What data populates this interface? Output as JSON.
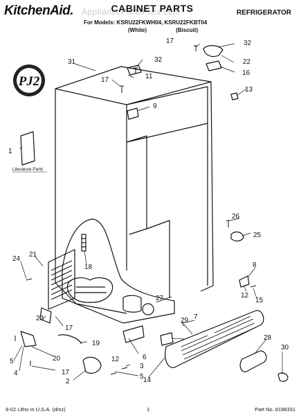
{
  "header": {
    "brand": "KitchenAid.",
    "title": "CABINET PARTS",
    "category": "REFRIGERATOR",
    "models_line": "For Models: KSRU22FKWH04, KSRU22FKBT04",
    "variants": [
      "(White)",
      "(Biscuit)"
    ],
    "watermark": "AppliancePartsPros.com"
  },
  "badge": "PJ2",
  "literature_label": "Literature Parts",
  "callouts": [
    "1",
    "2",
    "3",
    "4",
    "5",
    "5",
    "6",
    "7",
    "8",
    "9",
    "11",
    "12",
    "12",
    "13",
    "14",
    "15",
    "16",
    "17",
    "17",
    "17",
    "17",
    "18",
    "19",
    "20",
    "21",
    "22",
    "23",
    "24",
    "25",
    "26",
    "27",
    "28",
    "29",
    "30",
    "31",
    "32",
    "32"
  ],
  "footer": {
    "left": "9-02 Litho In U.S.A. (dmz)",
    "page": "1",
    "part_no": "Part No. 8198331"
  }
}
